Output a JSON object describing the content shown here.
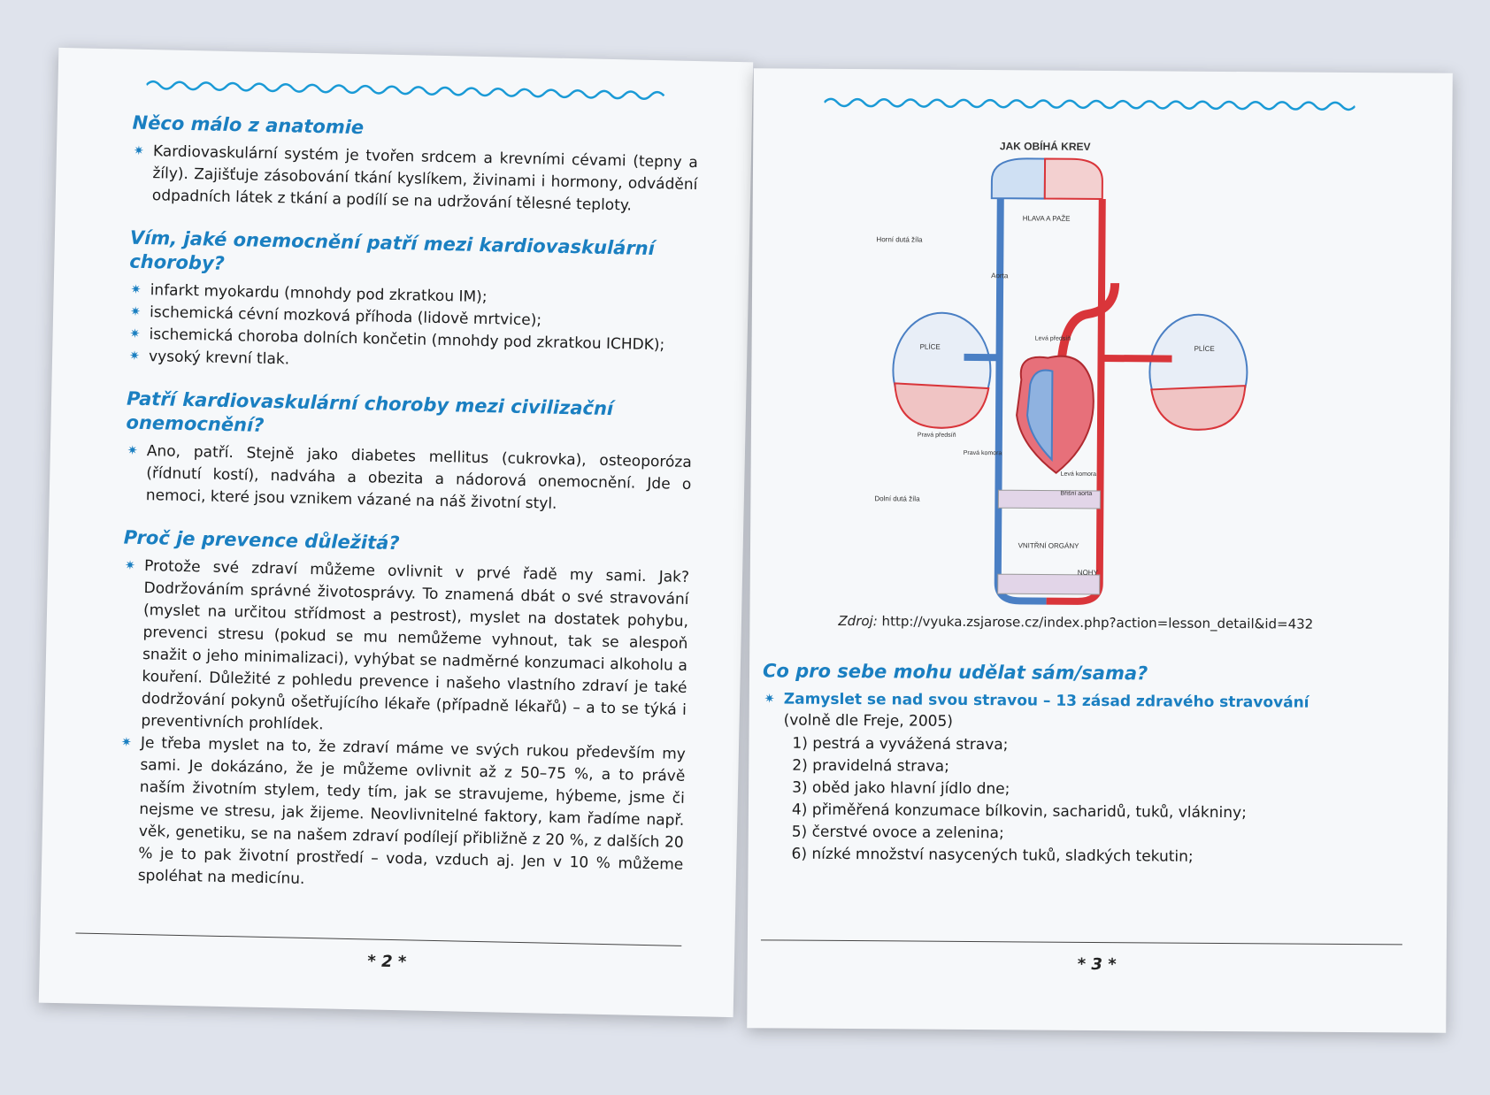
{
  "left": {
    "sections": [
      {
        "heading": "Něco málo z anatomie",
        "items": [
          "Kardiovaskulární systém je tvořen srdcem a krevními cévami (tepny a žíly). Zajišťuje zásobování tkání kyslíkem, živinami i hormony, odvádění odpadních látek z tkání a podílí se na udržování tělesné teploty."
        ]
      },
      {
        "heading": "Vím, jaké onemocnění patří mezi kardiovaskulární choroby?",
        "items": [
          "infarkt myokardu (mnohdy pod zkratkou IM);",
          "ischemická cévní mozková příhoda (lidově mrtvice);",
          "ischemická choroba dolních končetin (mnohdy pod zkratkou ICHDK);",
          "vysoký krevní tlak."
        ]
      },
      {
        "heading": "Patří kardiovaskulární choroby mezi civilizační onemocnění?",
        "items": [
          "Ano, patří. Stejně jako diabetes mellitus (cukrovka), osteoporóza (řídnutí kostí), nadváha a obezita a nádorová onemocnění. Jde o nemoci, které jsou vznikem vázané na náš životní styl."
        ]
      },
      {
        "heading": "Proč je prevence důležitá?",
        "items": [
          "Protože své zdraví můžeme ovlivnit v prvé řadě my sami. Jak? Dodržováním správné životosprávy. To znamená dbát o své stravování (myslet na určitou střídmost a pestrost), myslet na dostatek pohybu, prevenci stresu (pokud se mu nemůžeme vyhnout, tak se alespoň snažit o jeho minimalizaci), vyhýbat se nadměrné konzumaci alkoholu a kouření. Důležité z pohledu prevence i našeho vlastního zdraví je také dodržování pokynů ošetřujícího lékaře (případně lékařů) – a to se týká i preventivních prohlídek.",
          "Je třeba myslet na to, že zdraví máme ve svých rukou především my sami. Je dokázáno, že je můžeme ovlivnit až z 50–75 %, a to právě naším životním stylem, tedy tím, jak se stravujeme, hýbeme, jsme či nejsme ve stresu, jak žijeme. Neovlivnitelné faktory, kam řadíme např. věk, genetiku, se na našem zdraví podílejí přibližně z 20 %, z dalších 20 % je to pak životní prostředí – voda, vzduch aj. Jen v 10 % můžeme spoléhat na medicínu."
        ]
      }
    ],
    "page_number": "* 2 *"
  },
  "right": {
    "diagram": {
      "title": "JAK OBÍHÁ KREV",
      "labels": {
        "head": "HLAVA A PAŽE",
        "svc": "Horní dutá žíla",
        "aorta": "Aorta",
        "la": "Levá předsíň",
        "lung_l": "PLÍCE",
        "lung_r": "PLÍCE",
        "ra": "Pravá předsíň",
        "rv": "Pravá komora",
        "lv": "Levá komora",
        "abd": "Břišní aorta",
        "ivc": "Dolní dutá žíla",
        "organs": "VNITŘNÍ ORGÁNY",
        "legs": "NOHY"
      }
    },
    "source_label": "Zdroj:",
    "source_url": "http://vyuka.zsjarose.cz/index.php?action=lesson_detail&id=432",
    "heading": "Co pro sebe mohu udělat sám/sama?",
    "subheading": "Zamyslet se nad svou stravou – 13 zásad zdravého stravování",
    "subnote": "(volně dle Freje, 2005)",
    "items": [
      "1)  pestrá a vyvážená strava;",
      "2)  pravidelná strava;",
      "3)  oběd jako hlavní jídlo dne;",
      "4)  přiměřená konzumace bílkovin, sacharidů, tuků, vlákniny;",
      "5)  čerstvé ovoce a zelenina;",
      "6)  nízké množství nasycených tuků, sladkých tekutin;"
    ],
    "page_number": "* 3 *"
  },
  "colors": {
    "accent": "#1a7fc1",
    "artery": "#d9353a",
    "vein": "#4a7fc4"
  }
}
